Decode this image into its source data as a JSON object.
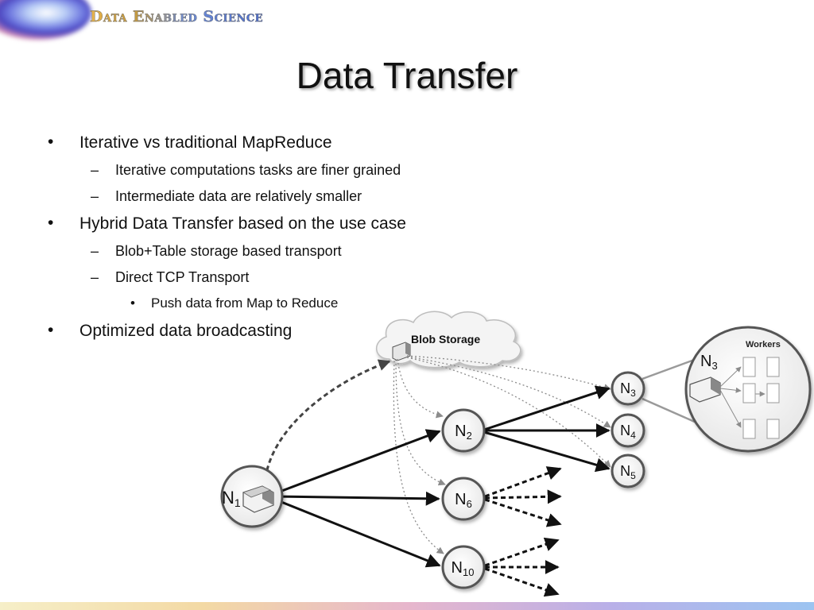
{
  "header": {
    "logo_text": "Data Enabled Science"
  },
  "slide": {
    "title": "Data Transfer"
  },
  "bullets": [
    "Iterative vs traditional MapReduce",
    "Iterative computations tasks are finer grained",
    "Intermediate data are relatively smaller",
    "Hybrid Data Transfer based on the use case",
    "Blob+Table storage based transport",
    "Direct TCP Transport",
    "Push data from Map to Reduce",
    "Optimized data broadcasting"
  ],
  "diagram": {
    "cloud_label": "Blob Storage",
    "workers_label": "Workers",
    "nodes": [
      {
        "name": "N",
        "sub": "1"
      },
      {
        "name": "N",
        "sub": "2"
      },
      {
        "name": "N",
        "sub": "6"
      },
      {
        "name": "N",
        "sub": "10"
      },
      {
        "name": "N",
        "sub": "3"
      },
      {
        "name": "N",
        "sub": "4"
      },
      {
        "name": "N",
        "sub": "5"
      },
      {
        "name": "N",
        "sub": "3"
      }
    ]
  }
}
